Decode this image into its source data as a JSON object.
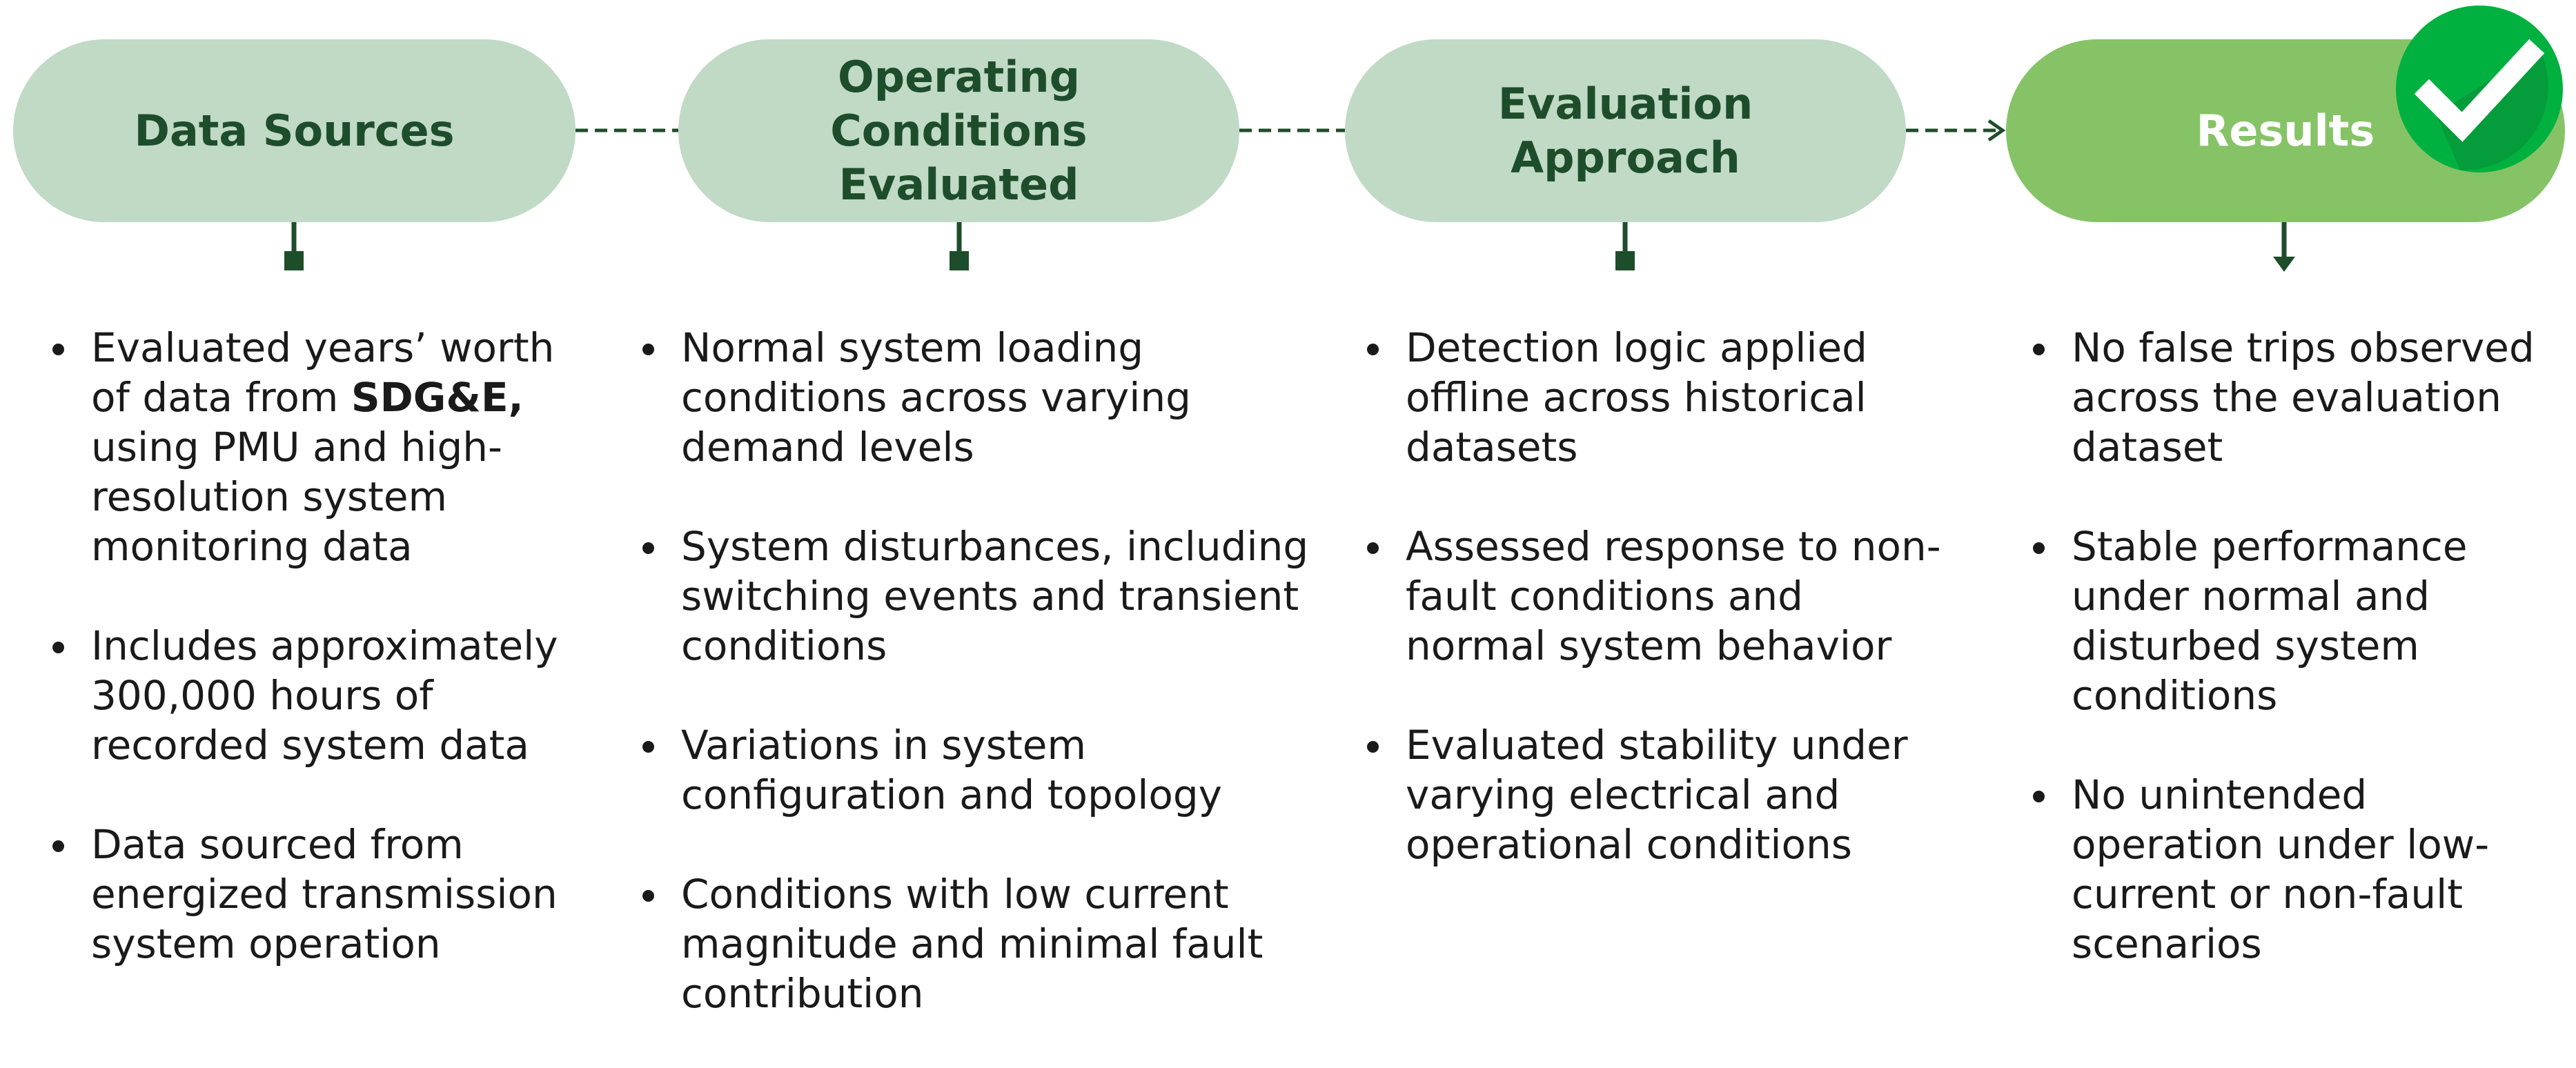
{
  "colors": {
    "pill_light": "#c0dac5",
    "pill_results": "#86c366",
    "heading_text": "#1e4d2b",
    "connector": "#1e4d2b",
    "badge_green": "#00b140",
    "body_text": "#1a1a1a"
  },
  "stages": [
    {
      "label": "Data Sources",
      "bullets": [
        {
          "pre": "Evaluated years’ worth of data from ",
          "bold": "SDG&E,",
          "post": " using PMU and high-resolution system monitoring data"
        },
        {
          "pre": "Includes approximately 300,000 hours of recorded system data",
          "bold": "",
          "post": ""
        },
        {
          "pre": "Data sourced from energized transmission system operation",
          "bold": "",
          "post": ""
        }
      ]
    },
    {
      "label": "Operating Conditions\nEvaluated",
      "bullets": [
        {
          "pre": "Normal system loading conditions across varying demand levels",
          "bold": "",
          "post": ""
        },
        {
          "pre": "System disturbances, including switching events and transient conditions",
          "bold": "",
          "post": ""
        },
        {
          "pre": "Variations in system configuration and topology",
          "bold": "",
          "post": ""
        },
        {
          "pre": "Conditions with low current magnitude and minimal fault contribution",
          "bold": "",
          "post": ""
        }
      ]
    },
    {
      "label": "Evaluation\nApproach",
      "bullets": [
        {
          "pre": "Detection logic applied offline across historical datasets",
          "bold": "",
          "post": ""
        },
        {
          "pre": "Assessed response to non-fault conditions and normal system behavior",
          "bold": "",
          "post": ""
        },
        {
          "pre": "Evaluated stability under varying electrical and operational conditions",
          "bold": "",
          "post": ""
        }
      ]
    },
    {
      "label": "Results",
      "icon": "checkmark-badge-icon",
      "bullets": [
        {
          "pre": "No false trips observed across the evaluation dataset",
          "bold": "",
          "post": ""
        },
        {
          "pre": "Stable performance under normal and disturbed system conditions",
          "bold": "",
          "post": ""
        },
        {
          "pre": "No unintended operation under low-current or non-fault scenarios",
          "bold": "",
          "post": ""
        }
      ]
    }
  ]
}
